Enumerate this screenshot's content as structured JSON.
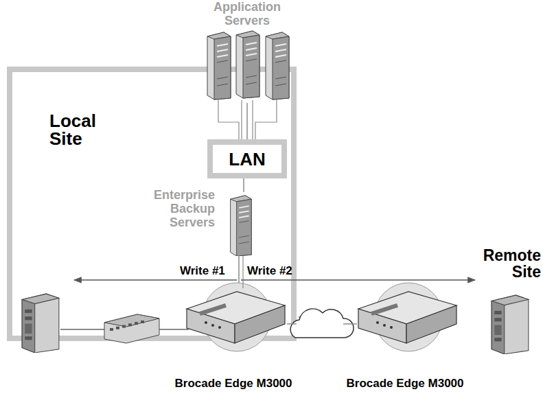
{
  "diagram": {
    "nodes": [
      {
        "text": [
          "Local Site"
        ]
      },
      {
        "text": [
          "Application Servers"
        ]
      },
      {
        "text": [
          "LAN"
        ],
        "in": 0
      },
      {
        "text": [
          "Enterprise Backup Servers"
        ],
        "in": 0
      },
      {
        "text": [
          "Brocade Edge M3000"
        ]
      },
      {
        "text": [
          "Brocade Edge M3000"
        ]
      }
    ],
    "edges": [
      {
        "from": 1,
        "to": 2,
        "arrow": "none"
      },
      {
        "from": 2,
        "to": 3,
        "arrow": "none"
      },
      {
        "from": 3,
        "to": 4,
        "arrow": "none"
      },
      {
        "from": 4,
        "to": 5,
        "arrow": "none"
      }
    ],
    "labels": [
      "Write #1",
      "Write #2",
      "Remote Site"
    ]
  }
}
